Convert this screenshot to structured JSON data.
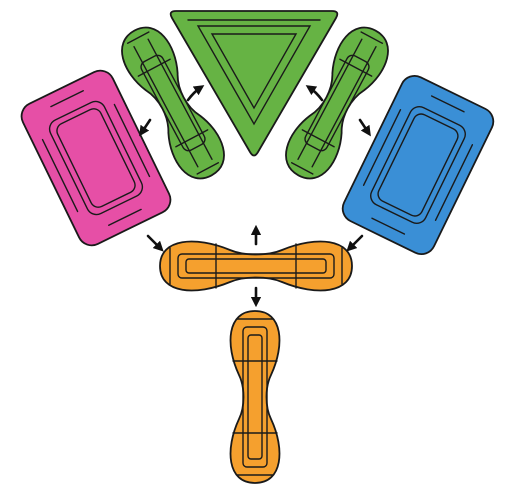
{
  "colors": {
    "pink": "#e64fa6",
    "green": "#66b344",
    "blue": "#3a8fd6",
    "orange": "#f5a02e",
    "outline": "#1a1a1a",
    "background": "#ffffff"
  },
  "pieces": [
    {
      "shape": "rounded-rectangle",
      "color": "pink"
    },
    {
      "shape": "double-oval",
      "color": "green"
    },
    {
      "shape": "triangle",
      "color": "green"
    },
    {
      "shape": "double-oval",
      "color": "green"
    },
    {
      "shape": "rounded-rectangle",
      "color": "blue"
    },
    {
      "shape": "double-oval",
      "color": "orange"
    },
    {
      "shape": "double-oval",
      "color": "orange"
    }
  ],
  "arrows": [
    "arrow-icon",
    "arrow-icon",
    "arrow-icon",
    "arrow-icon",
    "arrow-icon",
    "arrow-icon",
    "arrow-icon",
    "arrow-icon"
  ]
}
